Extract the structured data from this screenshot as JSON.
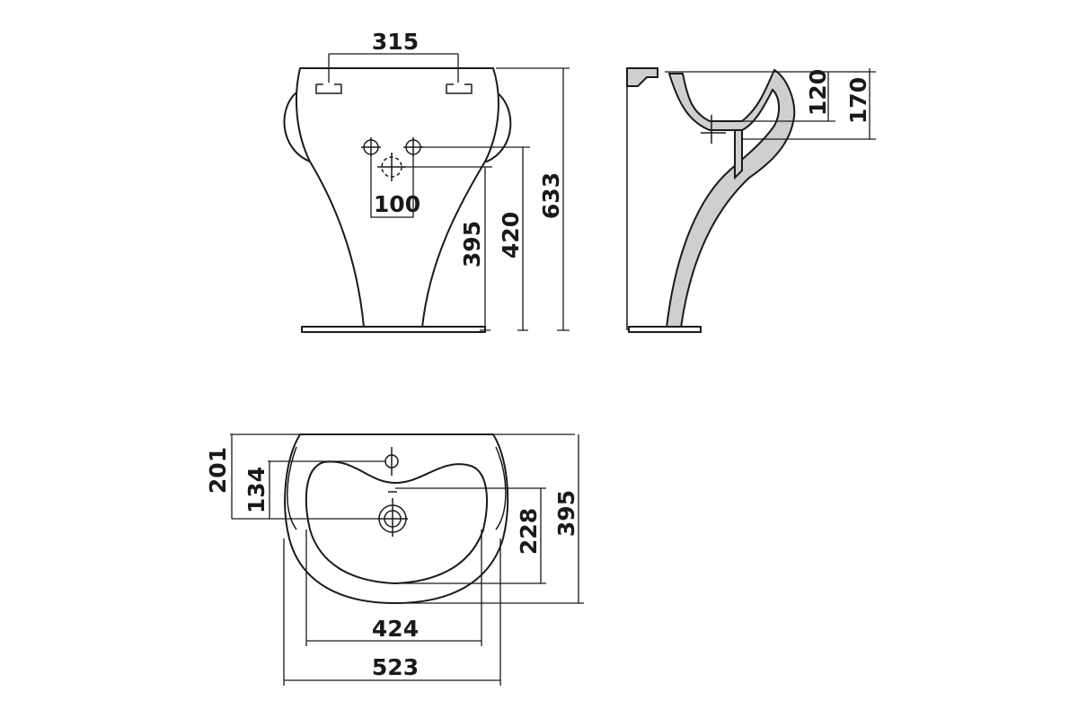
{
  "drawing": {
    "front_view": {
      "tap_hole_spacing": "315",
      "hole_spacing": "100",
      "drain_height": "395",
      "supply_height": "420",
      "overall_height": "633"
    },
    "side_view": {
      "bowl_depth": "120",
      "rim_height": "170"
    },
    "top_view": {
      "wall_to_tap_hole": "201",
      "bowl_start": "134",
      "bowl_depth": "228",
      "overall_depth": "395",
      "bowl_width": "424",
      "overall_width": "523"
    },
    "colors": {
      "line": "#1a1a1a",
      "background": "#ffffff"
    }
  }
}
